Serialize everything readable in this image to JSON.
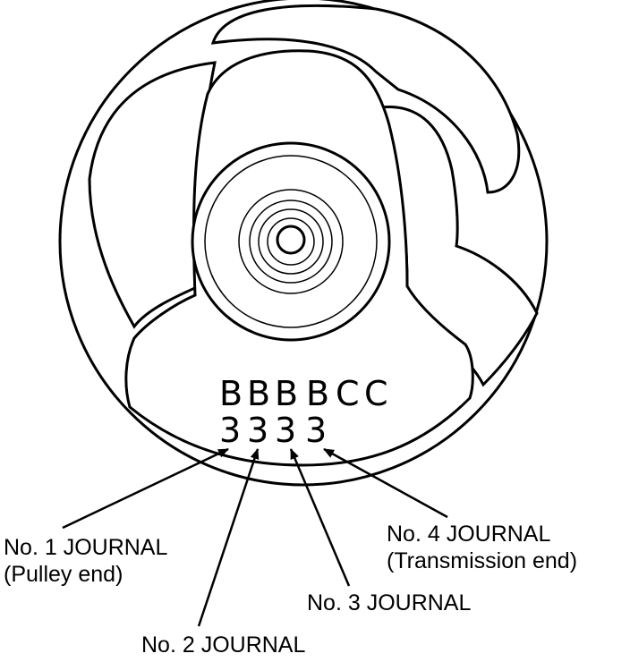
{
  "diagram": {
    "code_row_1": [
      "B",
      "B",
      "B",
      "B",
      "C",
      "C"
    ],
    "code_row_2": [
      "3",
      "3",
      "3",
      "3"
    ],
    "labels": {
      "journal_1": {
        "line1": "No. 1 JOURNAL",
        "line2": "(Pulley end)"
      },
      "journal_2": {
        "line1": "No. 2 JOURNAL"
      },
      "journal_3": {
        "line1": "No. 3 JOURNAL"
      },
      "journal_4": {
        "line1": "No. 4 JOURNAL",
        "line2": "(Transmission end)"
      }
    },
    "colors": {
      "line": "#000000",
      "background": "#ffffff"
    }
  }
}
